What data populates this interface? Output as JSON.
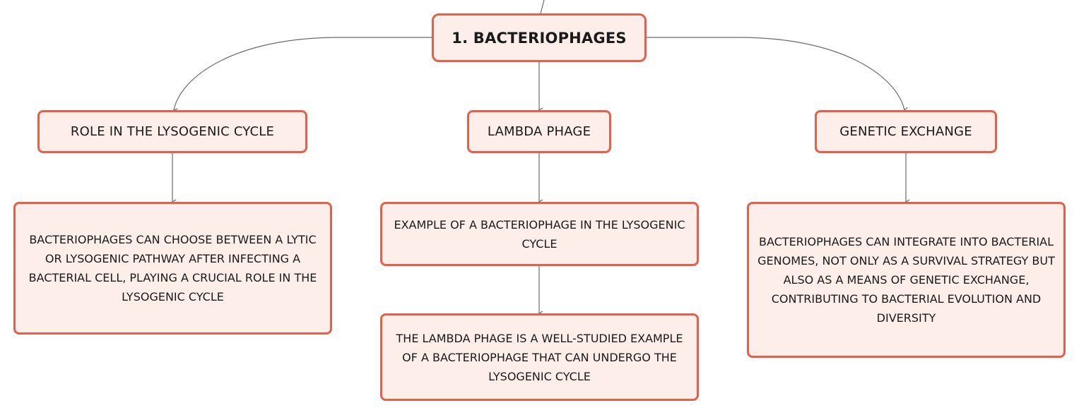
{
  "colors": {
    "node_fill": "#fdeee9",
    "node_border": "#e2614a",
    "connector": "#6b6b6b",
    "text": "#1a1a1a"
  },
  "root": {
    "label": "1. BACTERIOPHAGES"
  },
  "branches": [
    {
      "label": "ROLE IN THE LYSOGENIC CYCLE",
      "children": [
        {
          "lines": [
            "BACTERIOPHAGES CAN CHOOSE BETWEEN A LYTIC",
            "OR LYSOGENIC PATHWAY AFTER INFECTING A",
            "BACTERIAL CELL, PLAYING A CRUCIAL ROLE IN THE",
            "LYSOGENIC CYCLE"
          ]
        }
      ]
    },
    {
      "label": "LAMBDA PHAGE",
      "children": [
        {
          "lines": [
            "EXAMPLE OF A BACTERIOPHAGE IN THE LYSOGENIC",
            "CYCLE"
          ]
        },
        {
          "lines": [
            "THE LAMBDA PHAGE IS A WELL-STUDIED EXAMPLE",
            "OF A BACTERIOPHAGE THAT CAN UNDERGO THE",
            "LYSOGENIC CYCLE"
          ]
        }
      ]
    },
    {
      "label": "GENETIC EXCHANGE",
      "children": [
        {
          "lines": [
            "BACTERIOPHAGES CAN INTEGRATE INTO BACTERIAL",
            "GENOMES, NOT ONLY AS A SURVIVAL STRATEGY BUT",
            "ALSO AS A MEANS OF GENETIC EXCHANGE,",
            "CONTRIBUTING TO BACTERIAL EVOLUTION AND",
            "DIVERSITY"
          ]
        }
      ]
    }
  ]
}
